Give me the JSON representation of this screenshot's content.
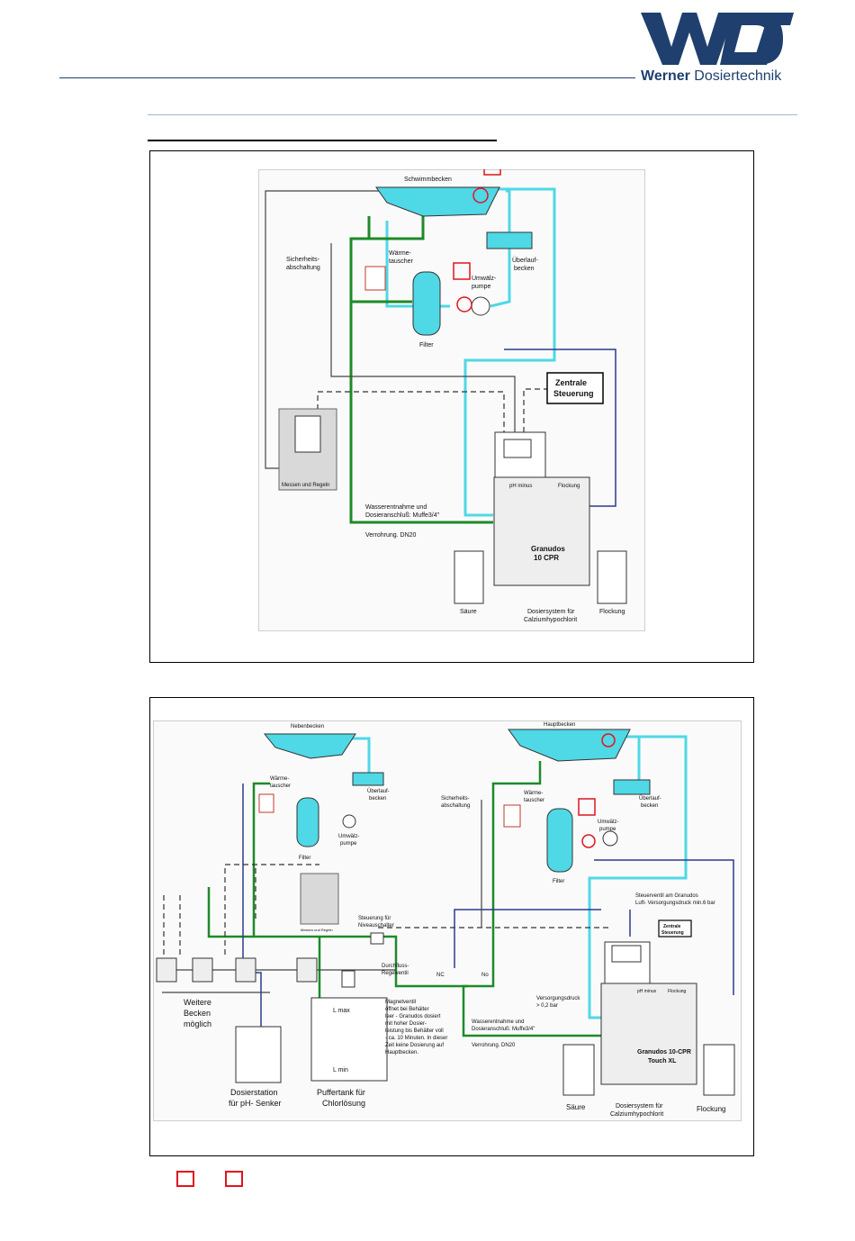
{
  "header": {
    "logo_mark": "WDT",
    "logo_brand": "Werner",
    "logo_rest": "Dosiertechnik",
    "brand_color": "#1f3f6e"
  },
  "diagram1": {
    "pool": "Schwimmbecken",
    "heat_exchanger_1": "Wärme-",
    "heat_exchanger_2": "tauscher",
    "safety_1": "Sicherheits-",
    "safety_2": "abschaltung",
    "overflow_1": "Überlauf-",
    "overflow_2": "becken",
    "pump_1": "Umwälz-",
    "pump_2": "pumpe",
    "filter": "Filter",
    "central_1": "Zentrale",
    "central_2": "Steuerung",
    "measure": "Messen und Regeln",
    "water_1": "Wasserentnahme und",
    "water_2": "Dosieranschluß: Muffe3/4\"",
    "piping": "Verrohrung. DN20",
    "ph_minus": "pH minus",
    "flocculation_label": "Flockung",
    "device_1": "Granudos",
    "device_2": "10 CPR",
    "acid": "Säure",
    "flocculation": "Flockung",
    "system_1": "Dosiersystem für",
    "system_2": "Calziumhypochlorit"
  },
  "diagram2": {
    "secondary_pool": "Nebenbecken",
    "main_pool": "Hauptbecken",
    "heat_exchanger_1": "Wärme-",
    "heat_exchanger_2": "tauscher",
    "overflow_1": "Überlauf-",
    "overflow_2": "becken",
    "filter": "Filter",
    "pump_1": "Umwälz-",
    "pump_2": "pumpe",
    "safety_1": "Sicherheits-",
    "safety_2": "abschaltung",
    "control_valve_1": "Steuerventil am Granudos",
    "control_valve_2": "Luft- Versorgungsdruck min.6 bar",
    "level_switch_1": "Steuerung für",
    "level_switch_2": "Niveauschalter",
    "central_1": "Zentrale",
    "central_2": "Steuerung",
    "flow_1": "Durchfluss-",
    "flow_2": "Regelventil",
    "nc": "NC",
    "no": "No",
    "more_1": "Weitere",
    "more_2": "Becken",
    "more_3": "möglich",
    "lmax": "L max",
    "lmin": "L min",
    "magnet_1": "Magnetventil",
    "magnet_2": "öffnet bei Behälter",
    "magnet_3": "leer - Granudos dosiert",
    "magnet_4": "mit hoher Dosier-",
    "magnet_5": "leistung bis Behälter voll",
    "magnet_6": "- ca. 10 Minuten. In dieser",
    "magnet_7": "Zeit keine Dosierung auf",
    "magnet_8": "Hauptbecken.",
    "supply_1": "Versorgungsdruck",
    "supply_2": "> 0,2 bar",
    "water_1": "Wasserentnahme und",
    "water_2": "Dosieranschluß: Muffe3/4\"",
    "piping": "Verrohrung. DN20",
    "ph_minus": "pH minus",
    "flocculation_label": "Flockung",
    "device_1": "Granudos 10-CPR",
    "device_2": "Touch XL",
    "dosing_station_1": "Dosierstation",
    "dosing_station_2": "für pH- Senker",
    "buffer_1": "Puffertank für",
    "buffer_2": "Chlorlösung",
    "acid": "Säure",
    "flocculation": "Flockung",
    "system_1": "Dosiersystem für",
    "system_2": "Calziumhypochlorit",
    "measure": "Messen und Regeln"
  },
  "colors": {
    "water_cyan": "#4fd8e6",
    "pipe_green": "#1e8a28",
    "signal_blue": "#2d3a8c",
    "marker_red": "#e0141e"
  }
}
